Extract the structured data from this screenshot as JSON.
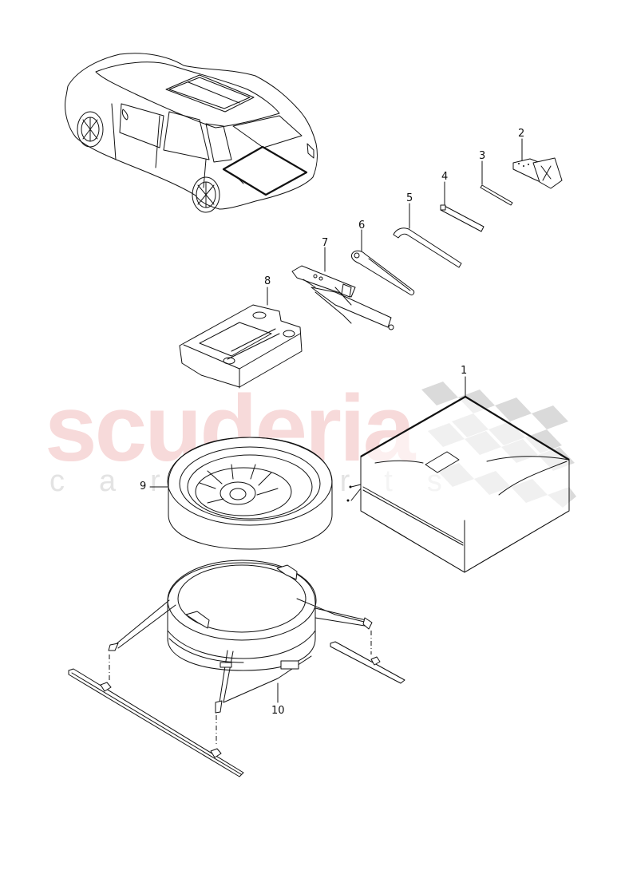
{
  "diagram": {
    "type": "exploded parts diagram",
    "subject": "Spare wheel, tool kit and vehicle jack (luggage compartment)",
    "watermark": {
      "main_text": "scuderia",
      "sub_text": "car parts",
      "main_color": "#f7dada",
      "checker_color": "#d9d9d9"
    },
    "callouts": [
      {
        "number": "1",
        "part": "wrapped kit / cover bag"
      },
      {
        "number": "2",
        "part": "wheel chock"
      },
      {
        "number": "3",
        "part": "pin / rod"
      },
      {
        "number": "4",
        "part": "extension bar"
      },
      {
        "number": "5",
        "part": "wheel wrench (L-shaped)"
      },
      {
        "number": "6",
        "part": "jack crank handle"
      },
      {
        "number": "7",
        "part": "scissor jack"
      },
      {
        "number": "8",
        "part": "tool tray insert"
      },
      {
        "number": "9",
        "part": "spare wheel"
      },
      {
        "number": "10",
        "part": "spare wheel bag with strap and floor rails"
      }
    ],
    "overview": {
      "label": "vehicle with luggage compartment highlighted"
    }
  }
}
